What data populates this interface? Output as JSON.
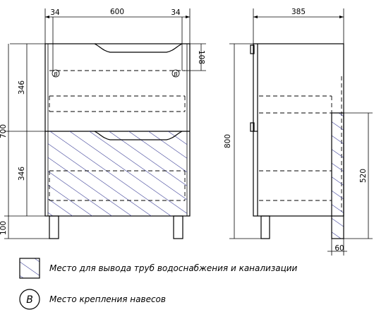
{
  "dimensions": {
    "front_width": "600",
    "offset_left": "34",
    "offset_right": "34",
    "side_depth": "385",
    "drawer_height_top": "346",
    "drawer_height_bottom": "346",
    "total_height": "700",
    "leg_height": "100",
    "mount_height": "108",
    "side_height": "800",
    "pipe_zone_height": "520",
    "pipe_zone_width": "60"
  },
  "mount_marker": "B",
  "legend": {
    "pipe_zone_text": "Место для вывода труб водоснабжения и канализации",
    "mount_symbol": "B",
    "mount_text": "Место крепления навесов"
  },
  "colors": {
    "hatch": "#2b2f8f",
    "line": "#000000"
  }
}
